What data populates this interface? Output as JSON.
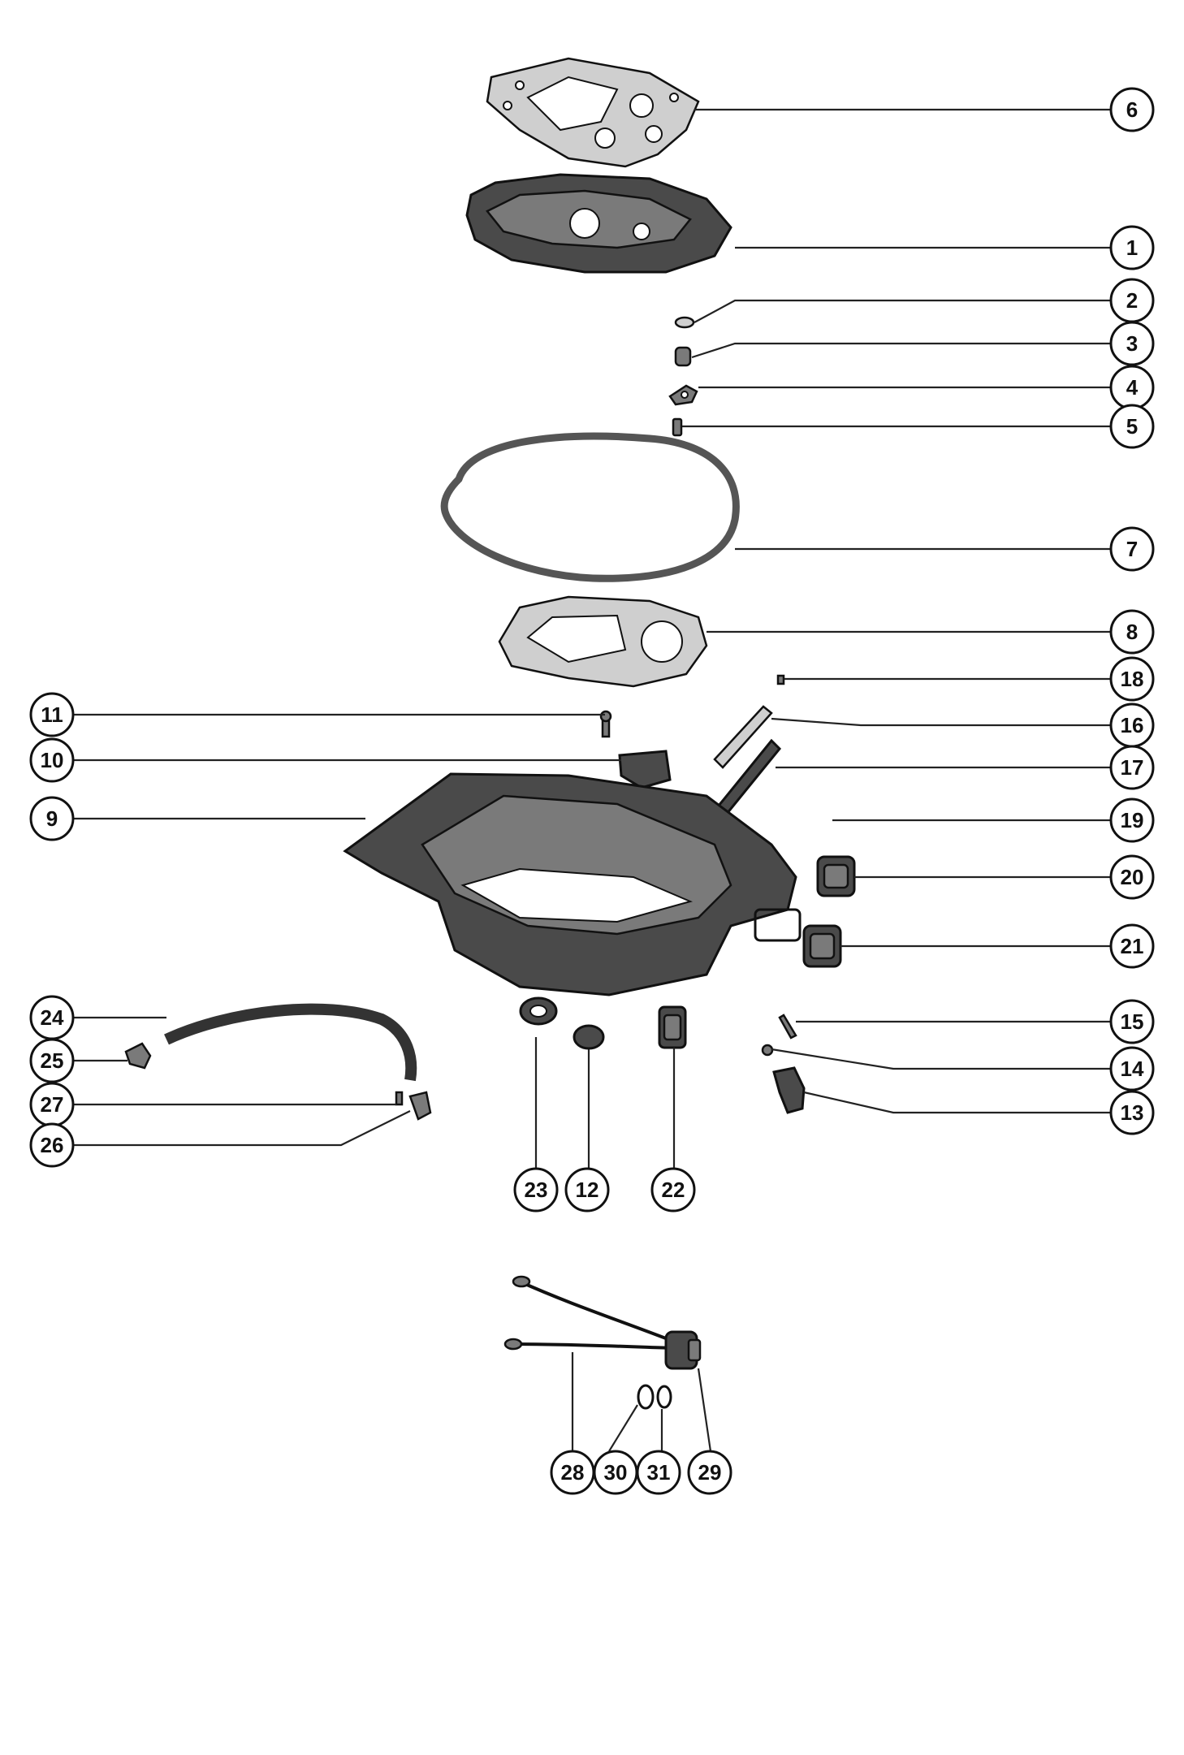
{
  "callouts": [
    {
      "label": "6"
    },
    {
      "label": "1"
    },
    {
      "label": "2"
    },
    {
      "label": "3"
    },
    {
      "label": "4"
    },
    {
      "label": "5"
    },
    {
      "label": "7"
    },
    {
      "label": "8"
    },
    {
      "label": "18"
    },
    {
      "label": "11"
    },
    {
      "label": "16"
    },
    {
      "label": "10"
    },
    {
      "label": "17"
    },
    {
      "label": "9"
    },
    {
      "label": "19"
    },
    {
      "label": "20"
    },
    {
      "label": "21"
    },
    {
      "label": "24"
    },
    {
      "label": "15"
    },
    {
      "label": "25"
    },
    {
      "label": "14"
    },
    {
      "label": "27"
    },
    {
      "label": "13"
    },
    {
      "label": "26"
    },
    {
      "label": "23"
    },
    {
      "label": "12"
    },
    {
      "label": "22"
    },
    {
      "label": "28"
    },
    {
      "label": "30"
    },
    {
      "label": "31"
    },
    {
      "label": "29"
    }
  ]
}
